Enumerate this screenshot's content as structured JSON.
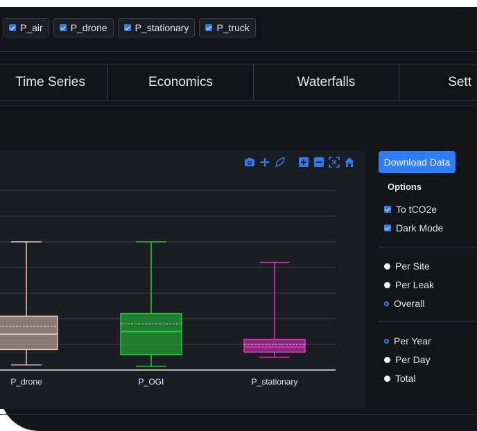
{
  "checkboxes": [
    {
      "label": "P_air",
      "checked": true
    },
    {
      "label": "P_drone",
      "checked": true
    },
    {
      "label": "P_stationary",
      "checked": true
    },
    {
      "label": "P_truck",
      "checked": true
    }
  ],
  "tabs": [
    {
      "label": "Time Series"
    },
    {
      "label": "Economics"
    },
    {
      "label": "Waterfalls"
    },
    {
      "label": "Sett"
    }
  ],
  "modebar": [
    "camera-icon",
    "pan-icon",
    "lasso-icon",
    "zoom-in-icon",
    "zoom-out-icon",
    "autoscale-icon",
    "home-icon"
  ],
  "panel": {
    "download_label": "Download Data",
    "options_title": "Options",
    "checks": [
      {
        "label": "To tCO2e",
        "checked": true
      },
      {
        "label": "Dark Mode",
        "checked": true
      }
    ],
    "scope": [
      {
        "label": "Per Site",
        "selected": false
      },
      {
        "label": "Per Leak",
        "selected": false
      },
      {
        "label": "Overall",
        "selected": true
      }
    ],
    "period": [
      {
        "label": "Per Year",
        "selected": true
      },
      {
        "label": "Per Day",
        "selected": false
      },
      {
        "label": "Total",
        "selected": false
      }
    ]
  },
  "colors": {
    "accent": "#2f7cf6",
    "drone": "#e8c4b4",
    "ogi": "#22c83a",
    "stationary": "#e233c0"
  },
  "chart_data": {
    "type": "box",
    "categories": [
      "P_drone",
      "P_OGI",
      "P_stationary"
    ],
    "ylim": [
      0,
      8
    ],
    "series": [
      {
        "category": "P_drone",
        "min": 0.2,
        "q1": 0.8,
        "median": 1.4,
        "mean": 1.7,
        "q3": 2.1,
        "max": 5.0
      },
      {
        "category": "P_OGI",
        "min": 0.15,
        "q1": 0.6,
        "median": 1.5,
        "mean": 1.8,
        "q3": 2.2,
        "max": 5.0
      },
      {
        "category": "P_stationary",
        "min": 0.5,
        "q1": 0.7,
        "median": 0.9,
        "mean": 1.0,
        "q3": 1.2,
        "max": 4.2
      }
    ]
  }
}
